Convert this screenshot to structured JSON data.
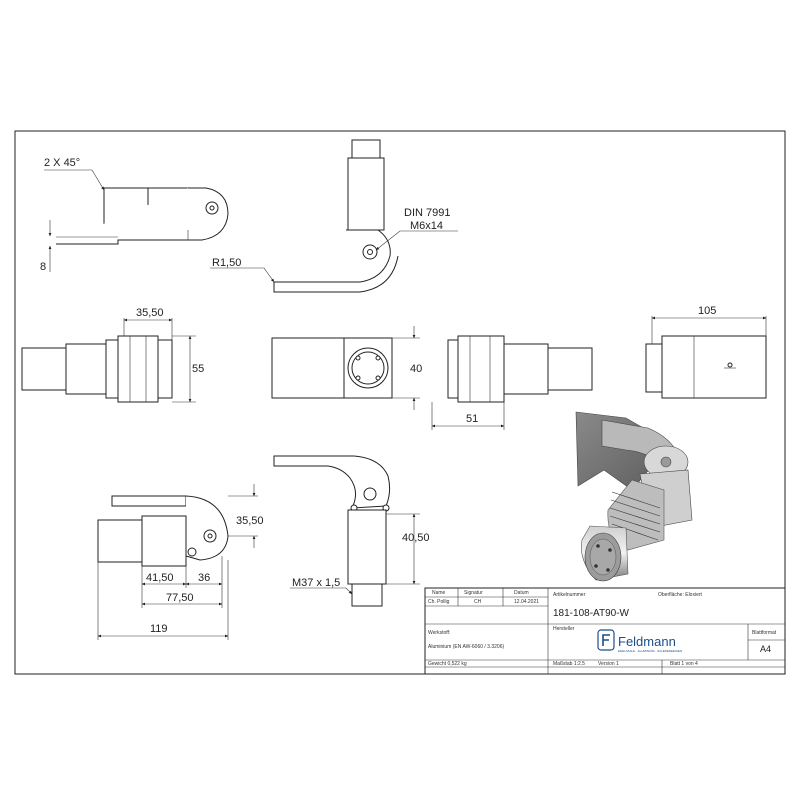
{
  "dimensions": {
    "chamfer": "2 X 45°",
    "t8": "8",
    "r150": "R1,50",
    "din": "DIN 7991",
    "screw": "M6x14",
    "d3550a": "35,50",
    "d55": "55",
    "d40": "40",
    "d51": "51",
    "d105": "105",
    "d3550b": "35,50",
    "d4050": "40,50",
    "thread": "M37 x 1,5",
    "d4150": "41,50",
    "d36": "36",
    "d7750": "77,50",
    "d119": "119"
  },
  "title_block": {
    "h_name": "Name",
    "h_signatur": "Signatur",
    "h_datum": "Datum",
    "name": "Ch. Pollig",
    "signatur": "CH",
    "datum": "12.04.2021",
    "werkstoff_label": "Werkstoff:",
    "werkstoff": "Aluminium (EN AW-6060 / 3.3206)",
    "gewicht": "Gewicht 0,522 kg",
    "artikel_label": "Artikelnummer",
    "oberflaeche": "Oberfläche:  Eloxiert",
    "artikel": "181-108-AT90-W",
    "hersteller_label": "Hersteller",
    "logo": "Feldmann",
    "logo_sub": "EDELSTAHL · ALUMINIUM · SCHMIEDEEISEN",
    "blattformat_label": "Blattformat",
    "blattformat": "A4",
    "massstab": "Maßstab 1:2.5",
    "version": "Version 1",
    "blatt": "Blatt 1 von 4"
  },
  "colors": {
    "line": "#222222",
    "logo_blue": "#1b4f8a"
  }
}
